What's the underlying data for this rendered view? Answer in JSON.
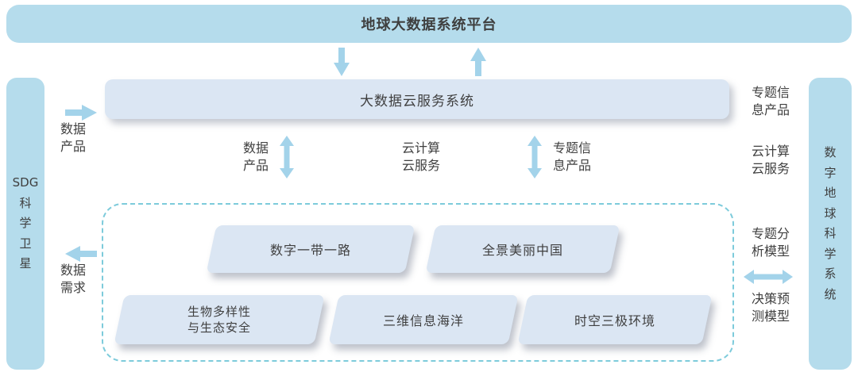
{
  "colors": {
    "banner": "#b5dcec",
    "box_fill": "#dbe6f3",
    "arrow": "#a3d3ea",
    "dashed": "#7dcbdb",
    "text": "#3f3f3f"
  },
  "banner": {
    "title": "地球大数据系统平台"
  },
  "left_bar": {
    "label": "SDG\n科\n学\n卫\n星"
  },
  "right_bar": {
    "label": "数\n字\n地\n球\n科\n学\n系\n统"
  },
  "cloud_service": {
    "label": "大数据云服务系统"
  },
  "left_flow": {
    "data_products": "数据\n产品",
    "data_demand": "数据\n需求"
  },
  "middle_flow": {
    "data_products": "数据\n产品",
    "cloud_computing": "云计算\n云服务",
    "thematic_info": "专题信\n息产品"
  },
  "right_flow": {
    "thematic_info": "专题信\n息产品",
    "cloud_computing": "云计算\n云服务",
    "analysis_model": "专题分\n析模型",
    "decision_model": "决策预\n测模型"
  },
  "projects": {
    "digital_belt_road": "数字一带一路",
    "beautiful_china": "全景美丽中国",
    "biodiversity": "生物多样性\n与生态安全",
    "ocean": "三维信息海洋",
    "three_poles": "时空三极环境"
  }
}
